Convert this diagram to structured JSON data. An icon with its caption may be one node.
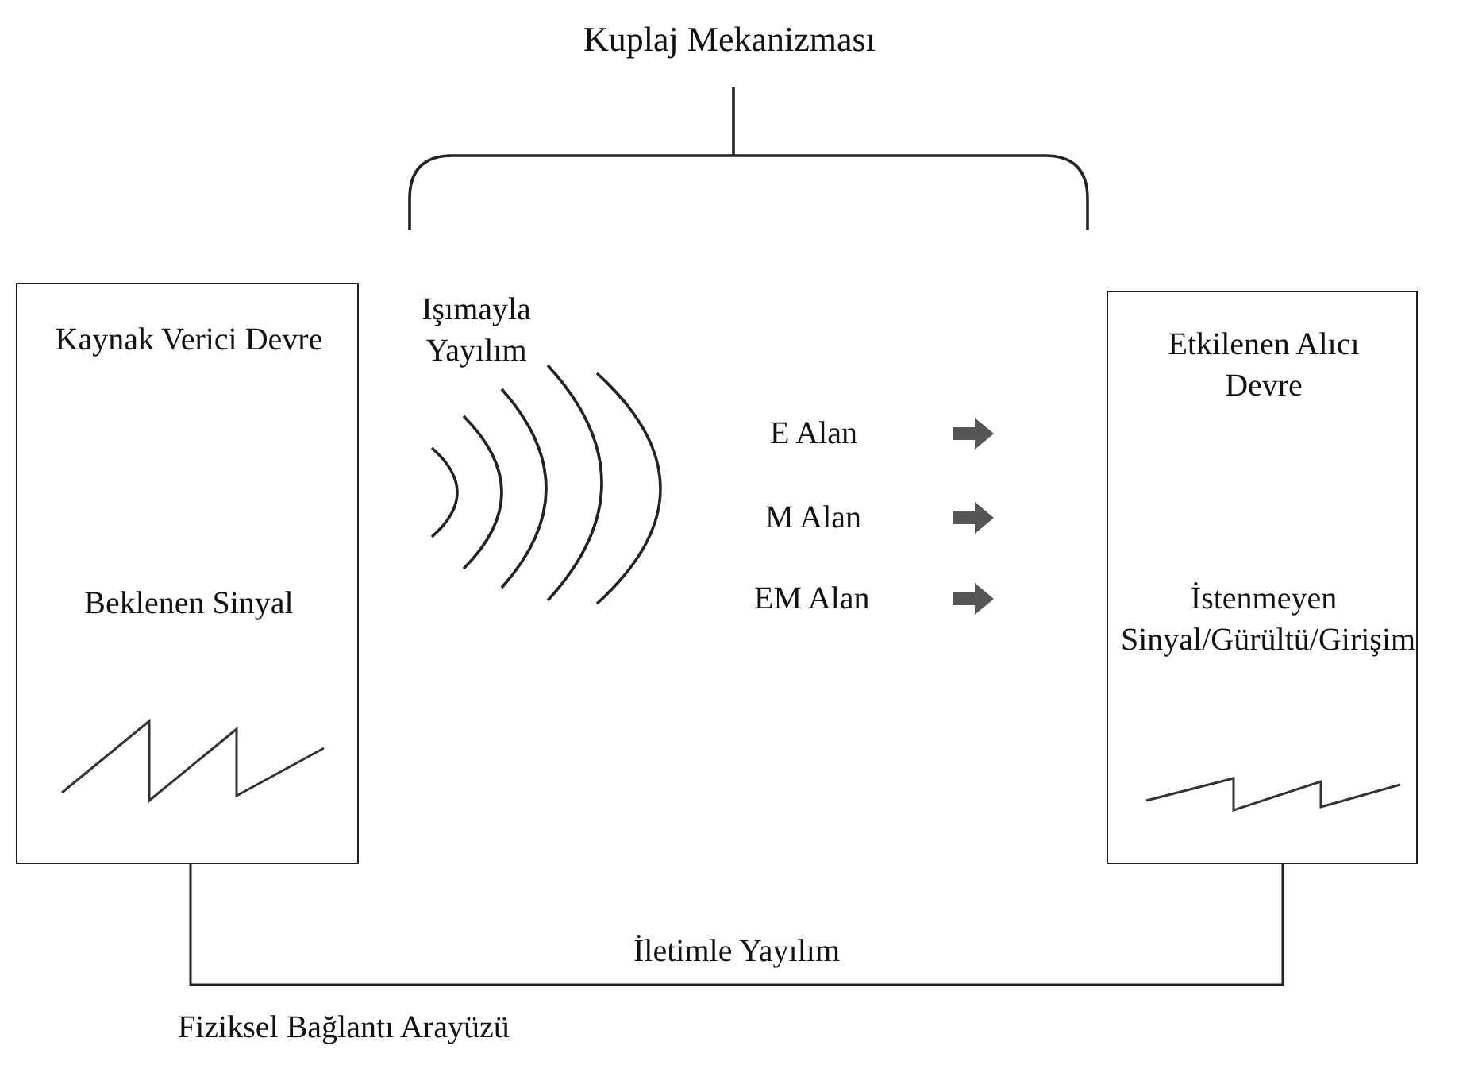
{
  "diagram": {
    "nodes": [
      {
        "text": [
          "Kaynak Verici Devre",
          "Beklenen Sinyal"
        ]
      },
      {
        "text": [
          "Etkilenen Alıcı Devre",
          "İstenmeyen Sinyal/Gürültü/Girişim"
        ]
      }
    ],
    "edges": [
      {
        "from": 0,
        "to": 1,
        "arrow": "none",
        "label": "İletimle Yayılım"
      }
    ],
    "labels": [
      "Kuplaj Mekanizması",
      "Işımayla Yayılım",
      "E Alan",
      "M Alan",
      "EM Alan",
      "Fiziksel Bağlantı Arayüzü"
    ]
  }
}
